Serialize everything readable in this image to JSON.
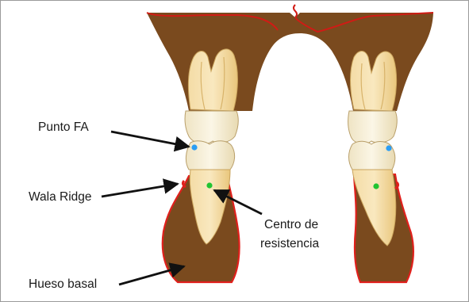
{
  "labels": {
    "fa_point": "Punto FA",
    "wala_ridge": "Wala Ridge",
    "resistance_center_line1": "Centro de",
    "resistance_center_line2": "resistencia",
    "basal_bone": "Hueso basal"
  },
  "colors": {
    "bone": "#7a4a1e",
    "bone_outline": "#e0201c",
    "crown": "#f6efd8",
    "root": "#efd291",
    "fa_point_marker": "#2a9df4",
    "resistance_marker": "#21c431",
    "arrow": "#111111"
  }
}
